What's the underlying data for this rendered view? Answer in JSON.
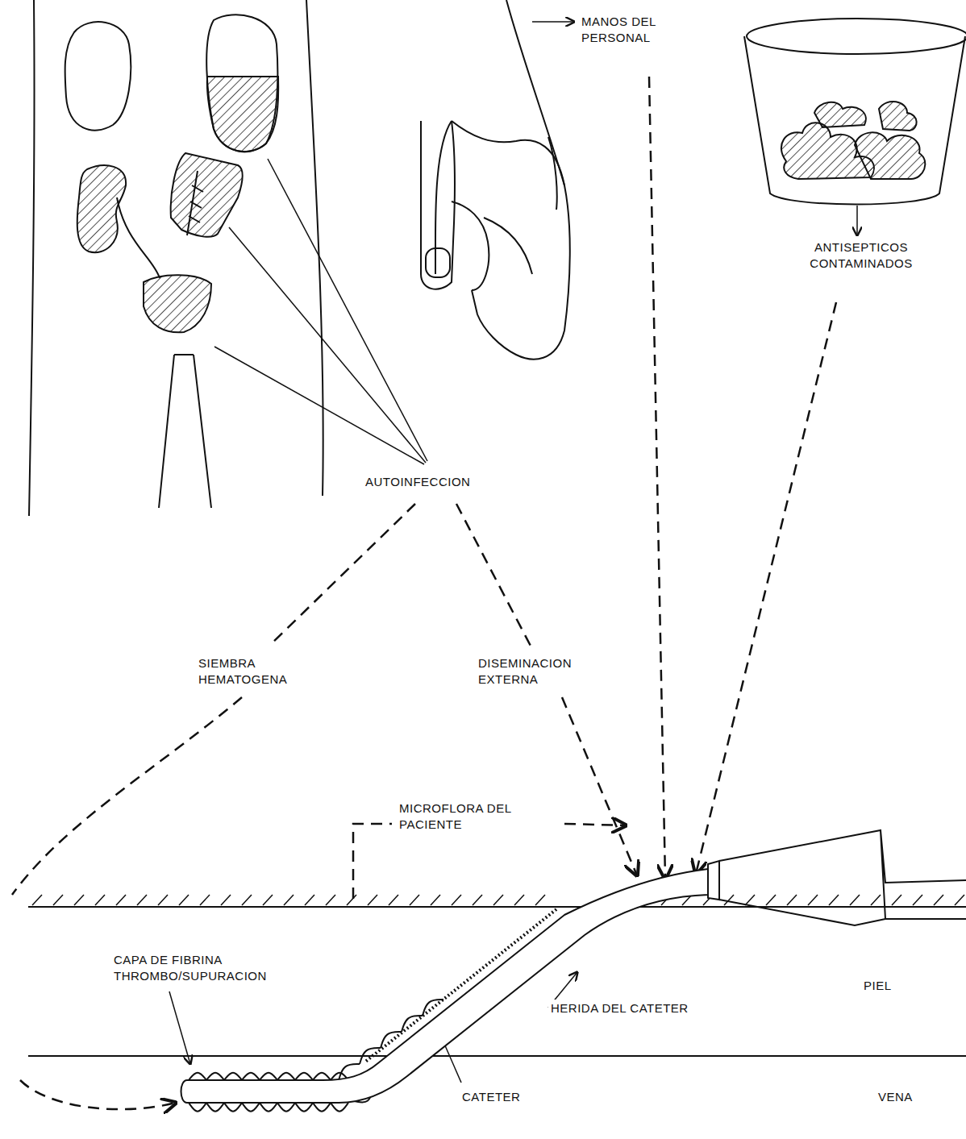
{
  "diagram": {
    "labels": [
      "MANOS DEL PERSONAL",
      "ANTISEPTICOS CONTAMINADOS",
      "AUTOINFECCION",
      "SIEMBRA HEMATOGENA",
      "DISEMINACION EXTERNA",
      "MICROFLORA DEL PACIENTE",
      "CAPA DE FIBRINA THROMBO/SUPURACION",
      "PIEL",
      "HERIDA DEL CATETER",
      "CATETER",
      "VENA"
    ]
  }
}
